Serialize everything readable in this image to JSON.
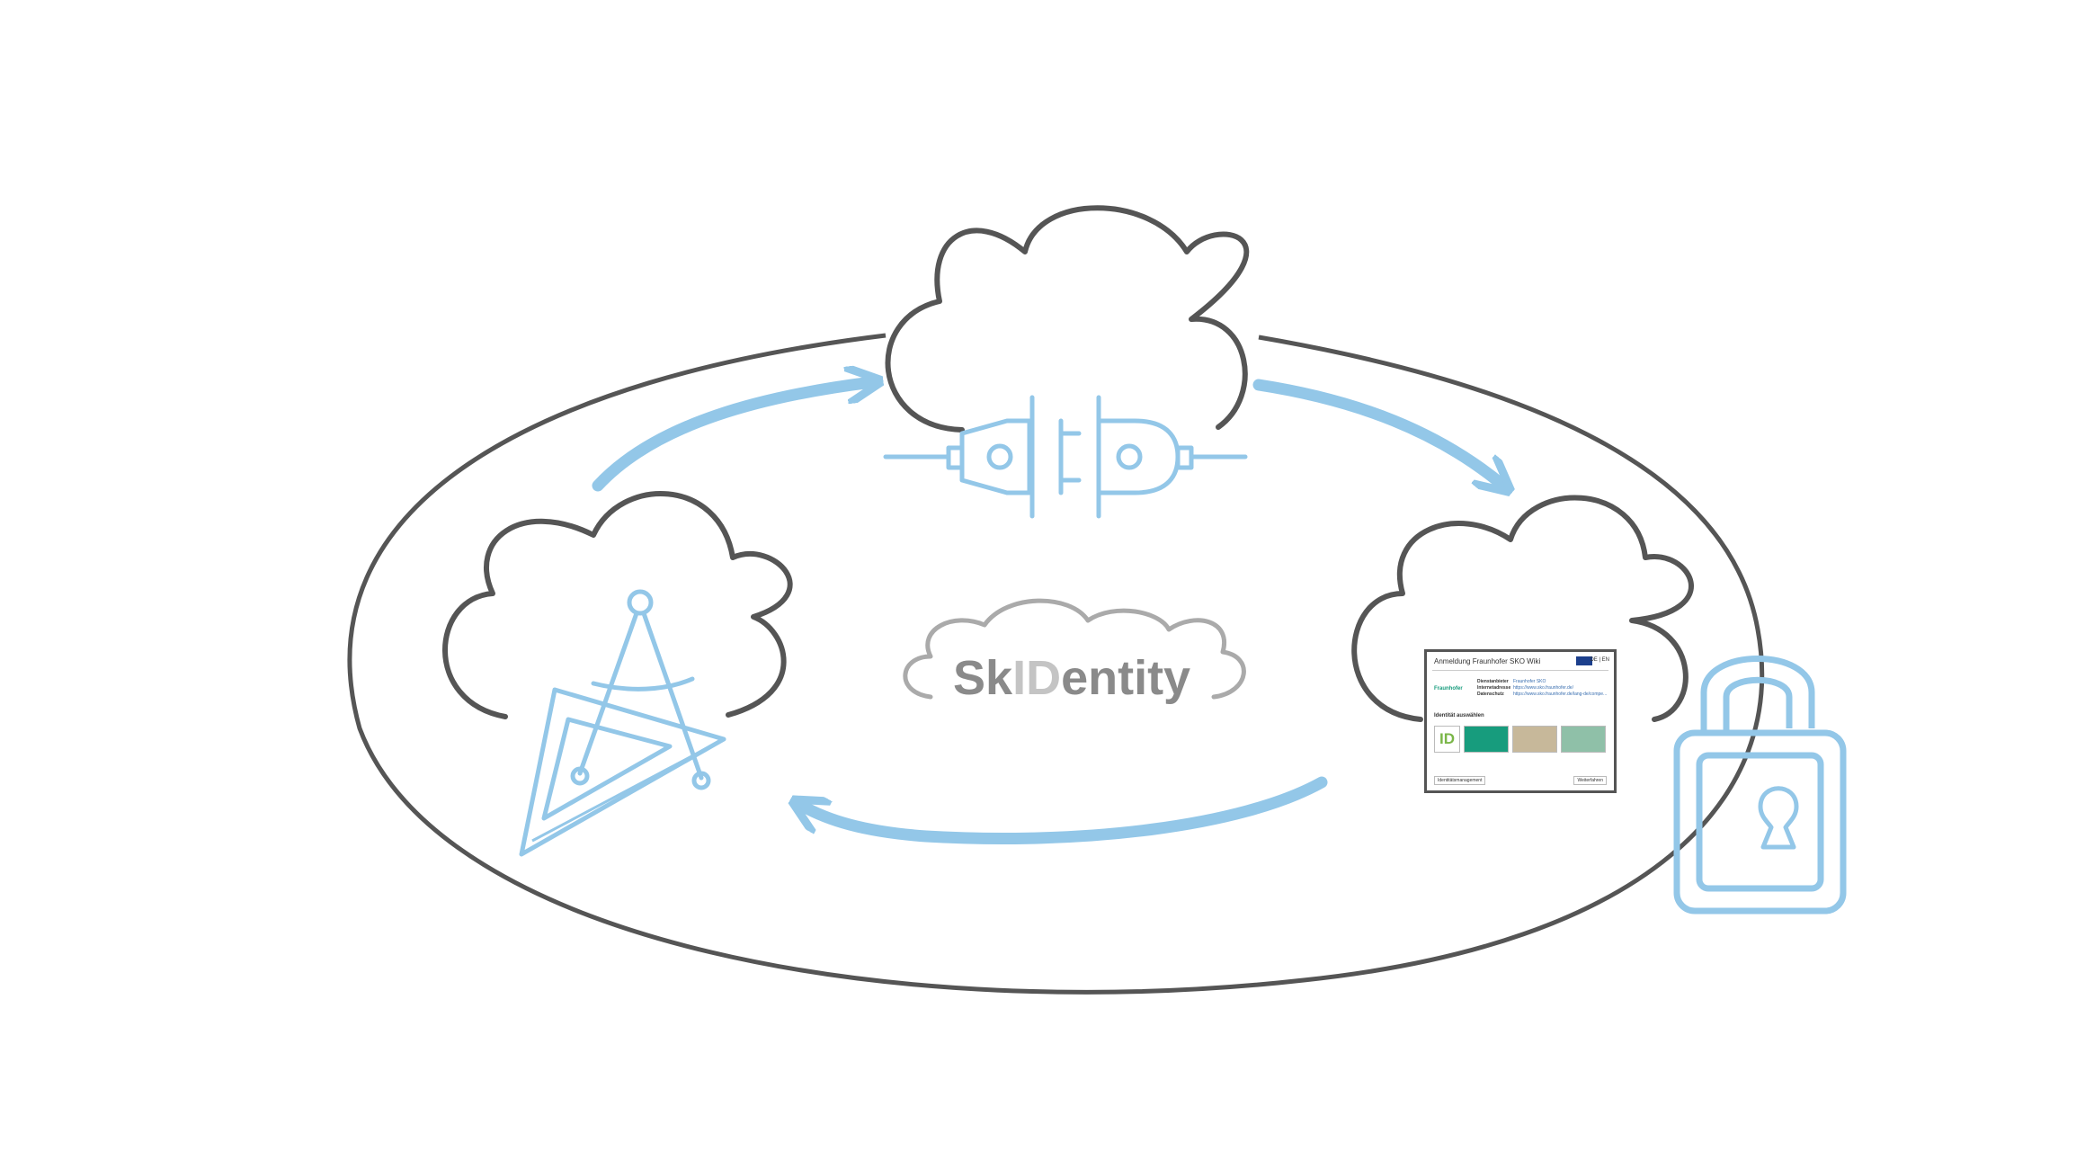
{
  "colors": {
    "dark": "#555555",
    "accent": "#93c7e8",
    "logo_grey": "#8a8a8a",
    "logo_light": "#c4c4c4"
  },
  "logo": {
    "part1": "Sk",
    "part2": "ID",
    "part3": "entity"
  },
  "icons": [
    "cloud-icon",
    "plug-connector-icon",
    "drafting-compass-icon",
    "set-square-icon",
    "padlock-icon",
    "arrow-icon"
  ],
  "login_screen": {
    "title": "Anmeldung Fraunhofer SKO Wiki",
    "lang": "DE | EN",
    "org": "Fraunhofer",
    "rows": [
      {
        "k": "Dienstanbieter",
        "v": "Fraunhofer SKO"
      },
      {
        "k": "Internetadresse",
        "v": "https://www.sko.fraunhofer.de/"
      },
      {
        "k": "Datenschutz",
        "v": "https://www.sko.fraunhofer.de/lang-de/compe..."
      }
    ],
    "select_label": "Identität auswählen",
    "tile_id": "ID",
    "button_left": "Identitätsmanagement",
    "button_right": "Weiterfahren"
  }
}
